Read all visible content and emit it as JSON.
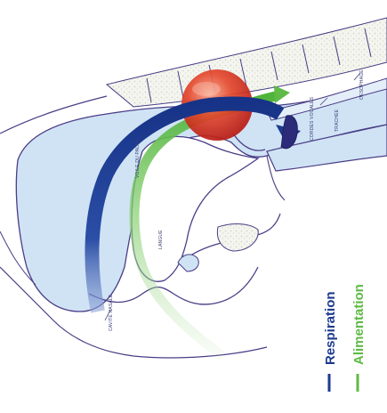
{
  "labels": {
    "cavite_nasale": "CAVITÉ NASALE",
    "voile_du_palais": "VOILE DU PALAIS",
    "langue": "LANGUE",
    "cordes_vocales": "CORDES VOCALES",
    "trachee": "TRACHÉE",
    "oesophage": "OESOPHAGE"
  },
  "legend": {
    "respiration": "Respiration",
    "alimentation": "Alimentation"
  },
  "colors": {
    "respiration": "#1d3a8f",
    "alimentation": "#5fba46",
    "airway": "#cfe3f5",
    "bone": "#f4f6f0",
    "outline": "#4a3d86",
    "obstruction": "#e23a24"
  }
}
